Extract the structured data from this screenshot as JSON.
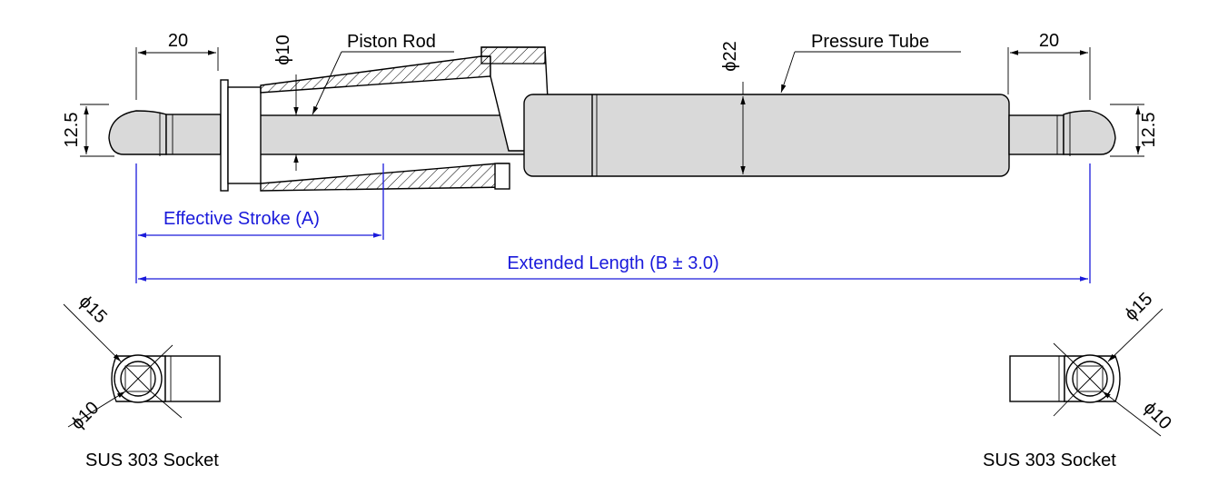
{
  "labels": {
    "piston_rod": "Piston Rod",
    "pressure_tube": "Pressure Tube",
    "effective_stroke": "Effective Stroke (A)",
    "extended_length": "Extended Length (B ± 3.0)",
    "socket_left": "SUS 303 Socket",
    "socket_right": "SUS 303 Socket"
  },
  "dimensions": {
    "end_left_width": "20",
    "end_right_width": "20",
    "end_left_height": "12.5",
    "end_right_height": "12.5",
    "rod_diameter": "ϕ10",
    "tube_diameter": "ϕ22",
    "socket_left_outer": "ϕ15",
    "socket_left_inner": "ϕ10",
    "socket_right_outer": "ϕ15",
    "socket_right_inner": "ϕ10"
  },
  "colors": {
    "dimension_blue": "#1a1adb",
    "part_fill": "#d9d9d9"
  }
}
